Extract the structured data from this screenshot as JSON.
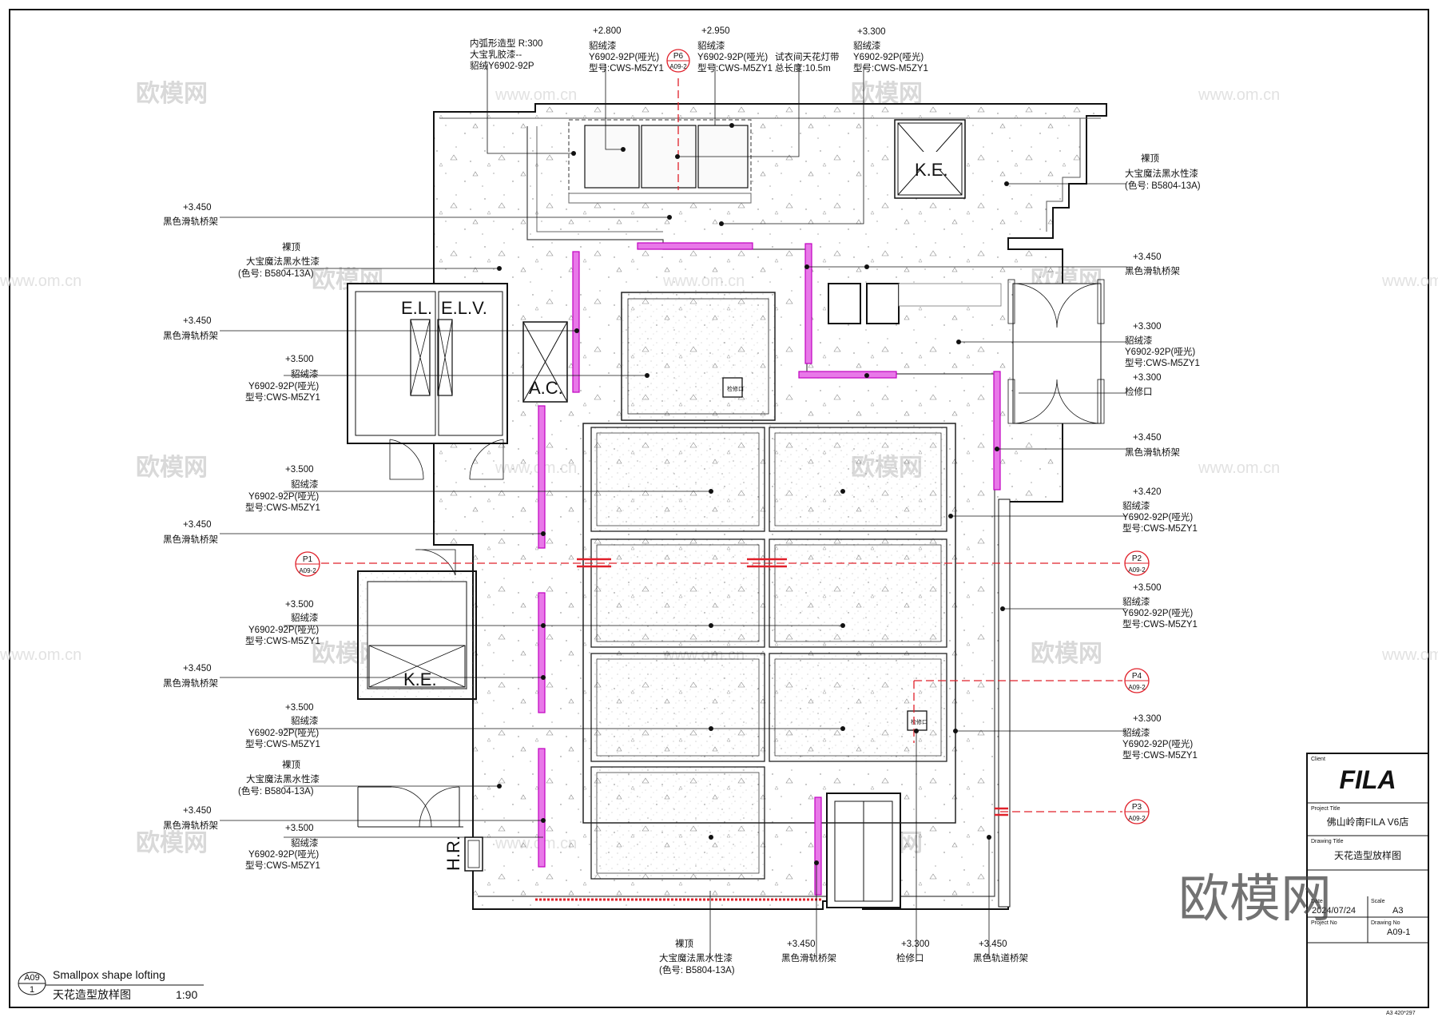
{
  "colors": {
    "accent_line": "#e0202a",
    "track": "#e010e0",
    "ink": "#111111",
    "watermark": "#d9d9d9"
  },
  "callouts": {
    "arc": [
      "内弧形造型 R:300",
      "大宝乳胶漆--",
      "貂绒Y6902-92P"
    ],
    "c2800": [
      "+2.800",
      "貂绒漆",
      "Y6902-92P(哑光)",
      "型号:CWS-M5ZY1"
    ],
    "c2950": [
      "+2.950",
      "貂绒漆",
      "Y6902-92P(哑光)",
      "型号:CWS-M5ZY1"
    ],
    "fitting": [
      "试衣间天花灯带",
      "总长度:10.5m"
    ],
    "c3300top": [
      "+3.300",
      "貂绒漆",
      "Y6902-92P(哑光)",
      "型号:CWS-M5ZY1"
    ],
    "rail3450": [
      "+3.450",
      "黑色滑轨桥架"
    ],
    "bare": [
      "裸顶",
      "大宝魔法黑水性漆",
      "(色号: B5804-13A)"
    ],
    "c3500": [
      "+3.500",
      "貂绒漆",
      "Y6902-92P(哑光)",
      "型号:CWS-M5ZY1"
    ],
    "right_bare": [
      "裸顶",
      "大宝魔法黑水性漆",
      "(色号: B5804-13A)"
    ],
    "right_rail": [
      "+3.450",
      "黑色滑轨桥架"
    ],
    "right_3300": [
      "+3.300",
      "貂绒漆",
      "Y6902-92P(哑光)",
      "型号:CWS-M5ZY1"
    ],
    "right_access": [
      "+3.300",
      "检修口"
    ],
    "right_3420": [
      "+3.420",
      "貂绒漆",
      "Y6902-92P(哑光)",
      "型号:CWS-M5ZY1"
    ],
    "right_3500": [
      "+3.500",
      "貂绒漆",
      "Y6902-92P(哑光)",
      "型号:CWS-M5ZY1"
    ],
    "bottom_bare": [
      "裸顶",
      "大宝魔法黑水性漆",
      "(色号: B5804-13A)"
    ],
    "bottom_rail": [
      "+3.450",
      "黑色滑轨桥架"
    ],
    "bottom_access": [
      "+3.300",
      "检修口"
    ],
    "bottom_track": [
      "+3.450",
      "黑色轨道桥架"
    ]
  },
  "rooms": {
    "ke_top": "K.E.",
    "el": "E.L.",
    "elv": "E.L.V.",
    "ac": "A.C.",
    "ke_left": "K.E.",
    "hr": "H.R.",
    "access_small": "检修口"
  },
  "sections": [
    {
      "id": "P6",
      "ref": "A09-2"
    },
    {
      "id": "P1",
      "ref": "A09-2"
    },
    {
      "id": "P2",
      "ref": "A09-2"
    },
    {
      "id": "P4",
      "ref": "A09-2"
    },
    {
      "id": "P3",
      "ref": "A09-2"
    }
  ],
  "drawing_label": {
    "sheet": "A09",
    "number": "1",
    "title_en": "Smallpox shape lofting",
    "title_cn": "天花造型放样图",
    "scale": "1:90"
  },
  "title_block": {
    "client_label": "Client",
    "logo": "FILA",
    "project_title_label": "Project Title",
    "project_title": "佛山岭南FILA V6店",
    "drawing_title_label": "Drawing Title",
    "drawing_title": "天花造型放样图",
    "date_label": "Date",
    "date": "2024/07/24",
    "scale_label": "Scale",
    "scale": "A3",
    "project_no_label": "Project No",
    "drawing_no_label": "Drawing No",
    "drawing_no": "A09-1"
  },
  "paper_size": "A3 420*297",
  "watermarks": {
    "cn": "欧模网",
    "url": "www.om.cn",
    "corner": "欧模网"
  }
}
